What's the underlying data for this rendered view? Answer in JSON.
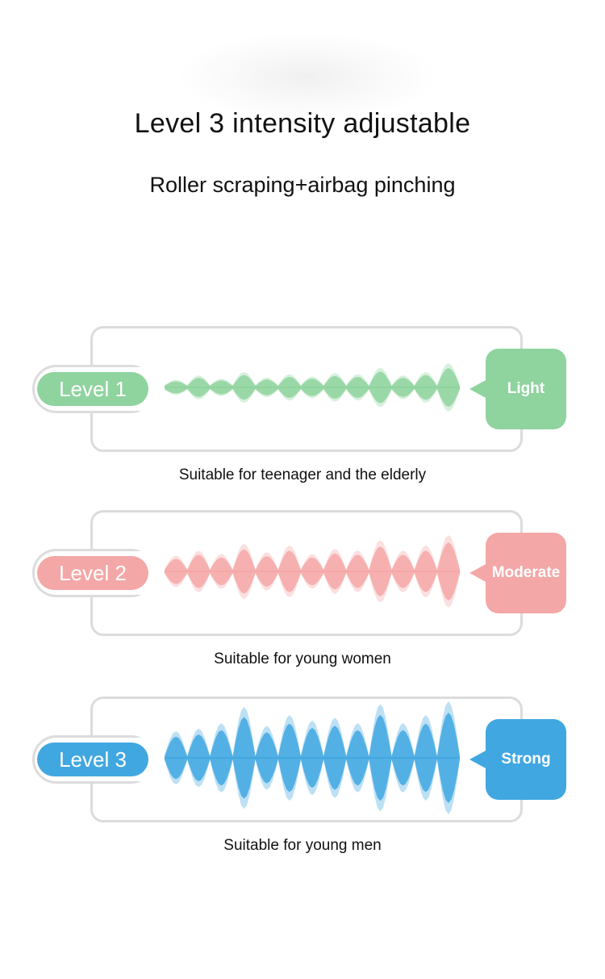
{
  "header": {
    "title": "Level 3 intensity adjustable",
    "subtitle": "Roller scraping+airbag pinching"
  },
  "levels": [
    {
      "label": "Level 1",
      "intensity": "Light",
      "description": "Suitable for teenager and the elderly",
      "color": "#8fd39f",
      "icon": "sound-wave-icon",
      "wave_amplitudes": [
        0.25,
        0.45,
        0.3,
        0.6,
        0.35,
        0.5,
        0.4,
        0.55,
        0.5,
        0.8,
        0.45,
        0.6,
        1.0
      ]
    },
    {
      "label": "Level 2",
      "intensity": "Moderate",
      "description": "Suitable for young women",
      "color": "#f4a7a7",
      "icon": "sound-wave-icon",
      "wave_amplitudes": [
        0.4,
        0.55,
        0.45,
        0.75,
        0.5,
        0.7,
        0.45,
        0.6,
        0.55,
        0.85,
        0.55,
        0.7,
        1.0
      ]
    },
    {
      "label": "Level 3",
      "intensity": "Strong",
      "description": "Suitable for young men",
      "color": "#41a7e0",
      "icon": "sound-wave-icon",
      "wave_amplitudes": [
        0.45,
        0.5,
        0.6,
        0.9,
        0.55,
        0.75,
        0.65,
        0.7,
        0.6,
        0.95,
        0.6,
        0.75,
        1.0
      ]
    }
  ]
}
